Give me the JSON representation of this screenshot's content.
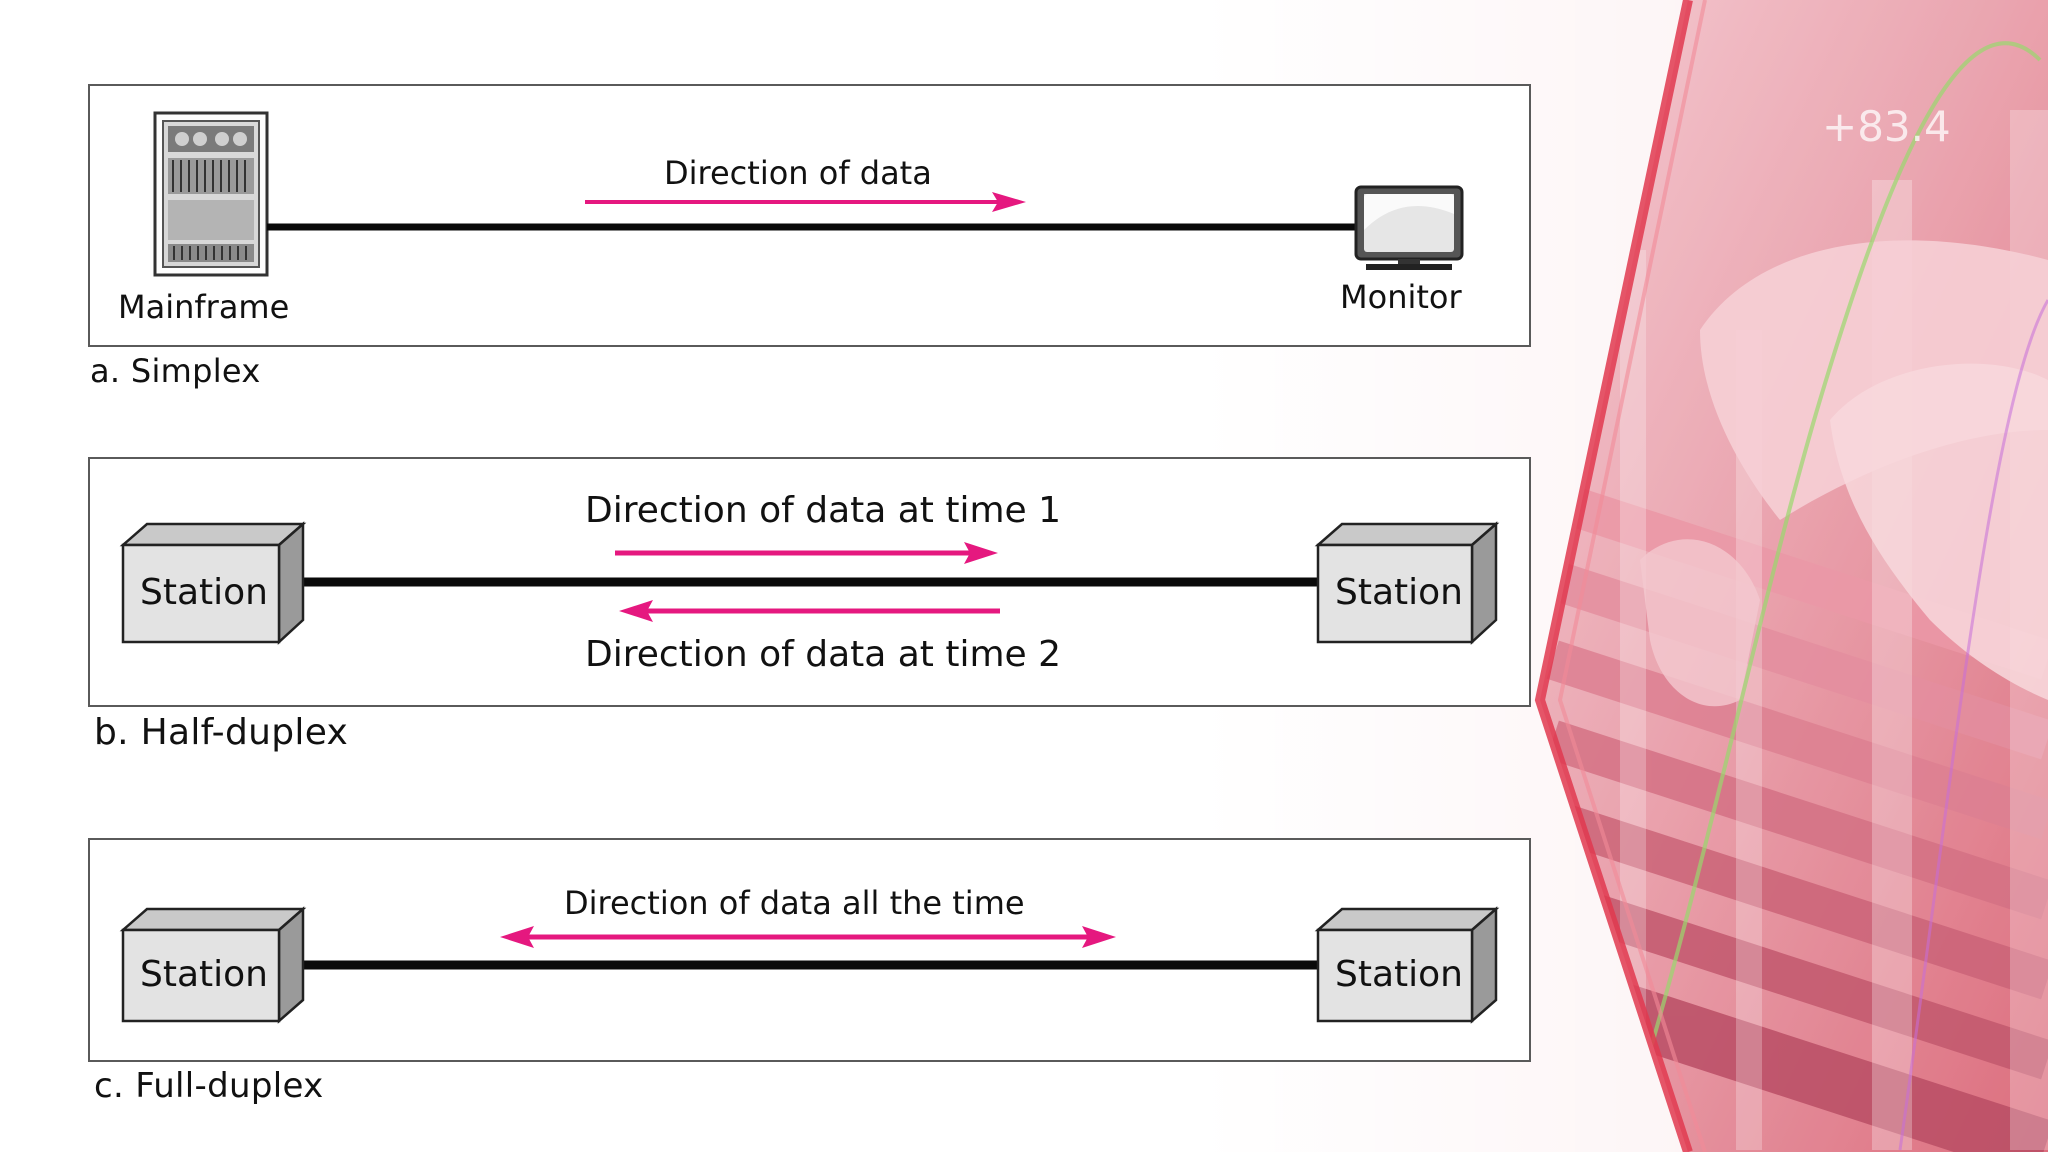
{
  "colors": {
    "arrow": "#e5187f",
    "line": "#0a0a0a",
    "panel_border": "#5a5a5a",
    "station_fill": "#e3e3e3",
    "station_top": "#c9c9c9",
    "station_side": "#9a9a9a",
    "photo_accent": "#e0384f"
  },
  "simplex": {
    "left_device": "Mainframe",
    "right_device": "Monitor",
    "arrow_label": "Direction of data",
    "caption": "a. Simplex"
  },
  "half_duplex": {
    "left_station": "Station",
    "right_station": "Station",
    "label_time1": "Direction of data at time 1",
    "label_time2": "Direction of data at time 2",
    "caption": "b. Half-duplex"
  },
  "full_duplex": {
    "left_station": "Station",
    "right_station": "Station",
    "arrow_label": "Direction of data all the time",
    "caption": "c. Full-duplex"
  },
  "background_photo": {
    "overlay_value": "+83.4",
    "icons": [
      "laptop-keyboard-icon",
      "typing-hands-icon"
    ]
  }
}
